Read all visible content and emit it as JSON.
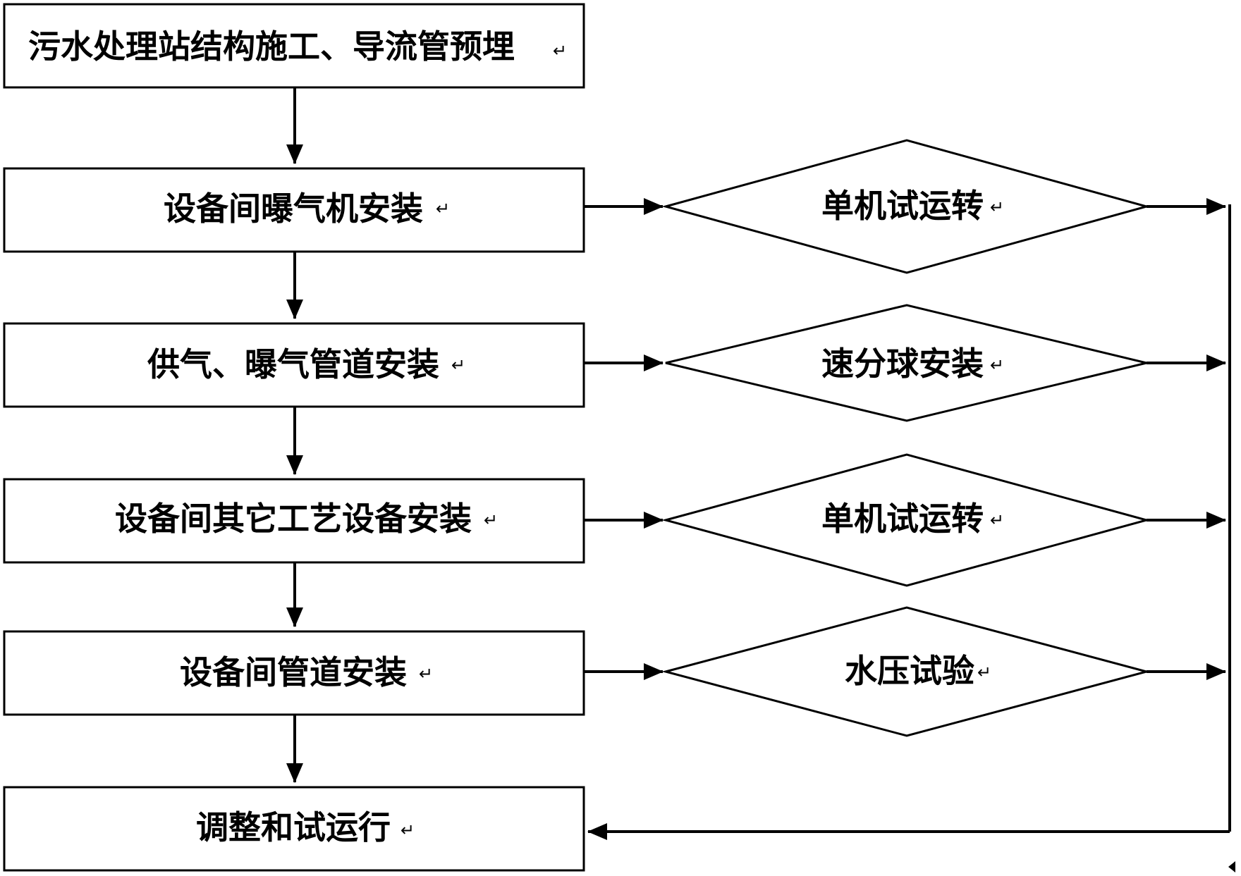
{
  "steps": [
    {
      "label": "污水处理站结构施工、导流管预埋"
    },
    {
      "label": "设备间曝气机安装",
      "check": "单机试运转"
    },
    {
      "label": "供气、曝气管道安装",
      "check": "速分球安装"
    },
    {
      "label": "设备间其它工艺设备安装",
      "check": "单机试运转"
    },
    {
      "label": "设备间管道安装",
      "check": "水压试验"
    },
    {
      "label": "调整和试运行"
    }
  ],
  "return_mark": "↵"
}
